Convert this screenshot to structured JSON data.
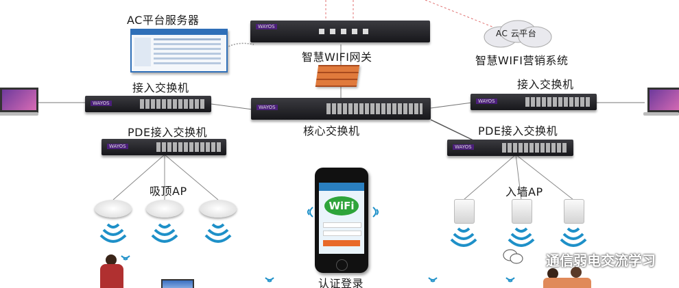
{
  "labels": {
    "ac_server": "AC平台服务器",
    "gateway": "智慧WIFI网关",
    "cloud": "AC 云平台",
    "marketing": "智慧WIFI营销系统",
    "access_switch_left": "接入交换机",
    "access_switch_right": "接入交换机",
    "core_switch": "核心交换机",
    "poe_switch_left": "PDE接入交换机",
    "poe_switch_right": "PDE接入交换机",
    "ceiling_ap": "吸顶AP",
    "wall_ap": "入墙AP",
    "auth_login": "认证登录",
    "switch_brand": "WAYOS",
    "phone_wifi": "WiFi",
    "watermark": "通信弱电交流学习"
  },
  "colors": {
    "switch_body": "#1f1f24",
    "brand": "#4b1f7a",
    "wifi_signal": "#1e90c8",
    "firewall": "#c8602a",
    "wechat": "#2aa036"
  },
  "icons": [
    "laptop-icon",
    "wifi-signal-icon",
    "cloud-icon",
    "firewall-icon",
    "phone-icon",
    "wechat-icon",
    "ceiling-ap-icon",
    "wall-ap-icon"
  ]
}
